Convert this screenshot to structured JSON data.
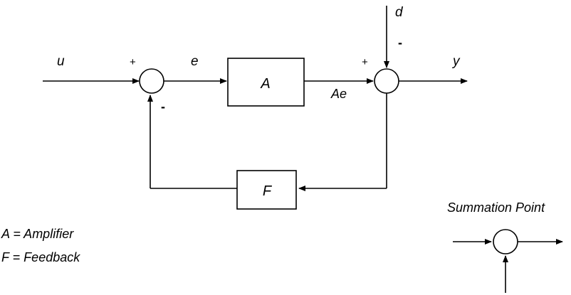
{
  "diagram": {
    "signals": {
      "input": "u",
      "error": "e",
      "disturbance": "d",
      "output": "y",
      "amplified": "Ae"
    },
    "blocks": {
      "amplifier": "A",
      "feedback": "F"
    },
    "signs": {
      "sum1_plus": "+",
      "sum1_minus": "-",
      "sum2_plus": "+",
      "sum2_minus": "-"
    },
    "legend": {
      "line1": "A = Amplifier",
      "line2": "F = Feedback"
    },
    "summation_example": {
      "title": "Summation Point"
    }
  }
}
